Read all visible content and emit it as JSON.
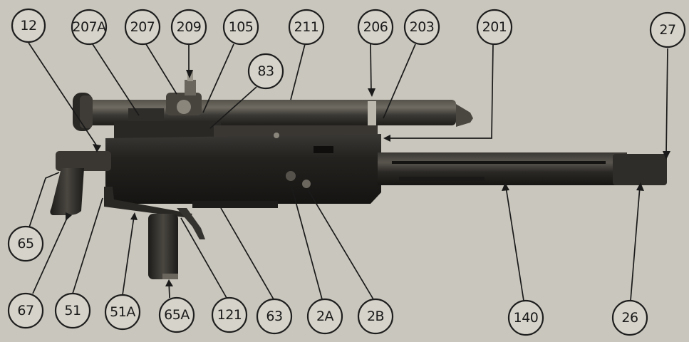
{
  "callouts": [
    {
      "id": "c12",
      "label": "12"
    },
    {
      "id": "c207a",
      "label": "207A"
    },
    {
      "id": "c207",
      "label": "207"
    },
    {
      "id": "c209",
      "label": "209"
    },
    {
      "id": "c105",
      "label": "105"
    },
    {
      "id": "c211",
      "label": "211"
    },
    {
      "id": "c206",
      "label": "206"
    },
    {
      "id": "c203",
      "label": "203"
    },
    {
      "id": "c201",
      "label": "201"
    },
    {
      "id": "c27",
      "label": "27"
    },
    {
      "id": "c83",
      "label": "83"
    },
    {
      "id": "c65",
      "label": "65"
    },
    {
      "id": "c67",
      "label": "67"
    },
    {
      "id": "c51",
      "label": "51"
    },
    {
      "id": "c51a",
      "label": "51A"
    },
    {
      "id": "c65a",
      "label": "65A"
    },
    {
      "id": "c121",
      "label": "121"
    },
    {
      "id": "c63",
      "label": "63"
    },
    {
      "id": "c2a",
      "label": "2A"
    },
    {
      "id": "c2b",
      "label": "2B"
    },
    {
      "id": "c140",
      "label": "140"
    },
    {
      "id": "c26",
      "label": "26"
    }
  ]
}
